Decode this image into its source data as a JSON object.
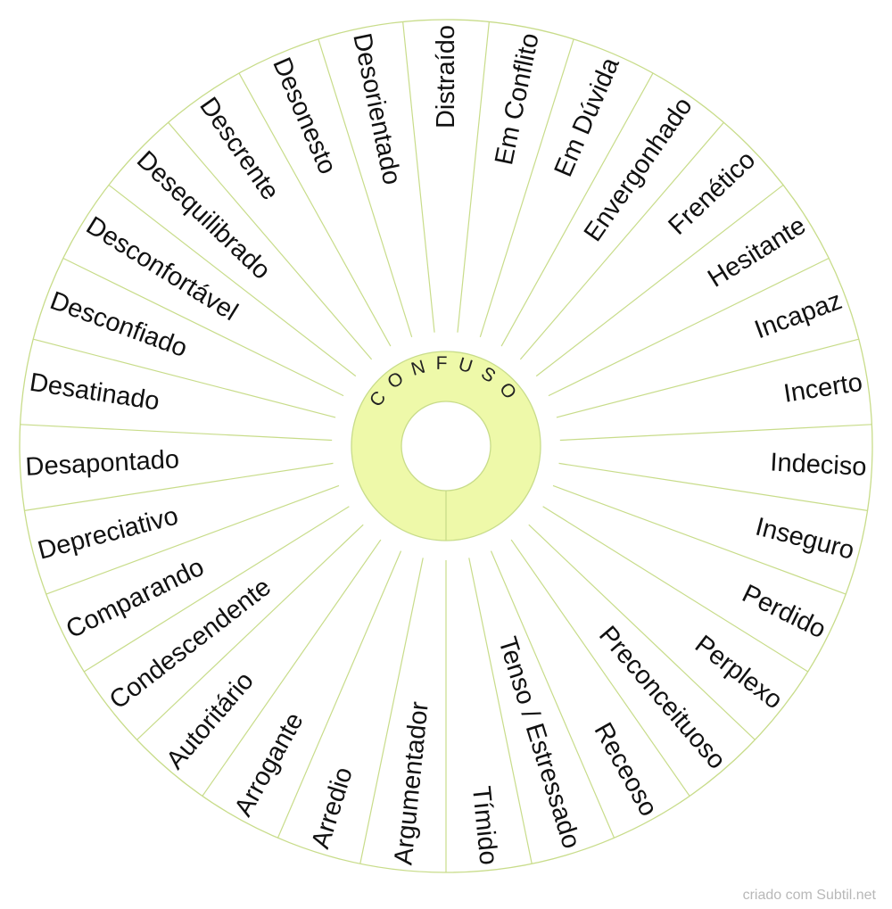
{
  "center": {
    "label": "CONFUSO"
  },
  "words": [
    "Tímido",
    "Tenso / Estressado",
    "Receoso",
    "Preconceituoso",
    "Perplexo",
    "Perdido",
    "Inseguro",
    "Indeciso",
    "Incerto",
    "Incapaz",
    "Hesitante",
    "Frenético",
    "Envergonhado",
    "Em Dúvida",
    "Em Conflito",
    "Distraído",
    "Desorientado",
    "Desonesto",
    "Descrente",
    "Desequilibrado",
    "Desconfortável",
    "Desconfiado",
    "Desatinado",
    "Desapontado",
    "Depreciativo",
    "Comparando",
    "Condescendente",
    "Autoritário",
    "Arrogante",
    "Arredio",
    "Argumentador"
  ],
  "colors": {
    "line": "#c8dc8a",
    "hub": "#eef9a9",
    "hub_line": "#c8dc8a",
    "text": "#111111"
  },
  "credit": "criado com Subtil.net"
}
